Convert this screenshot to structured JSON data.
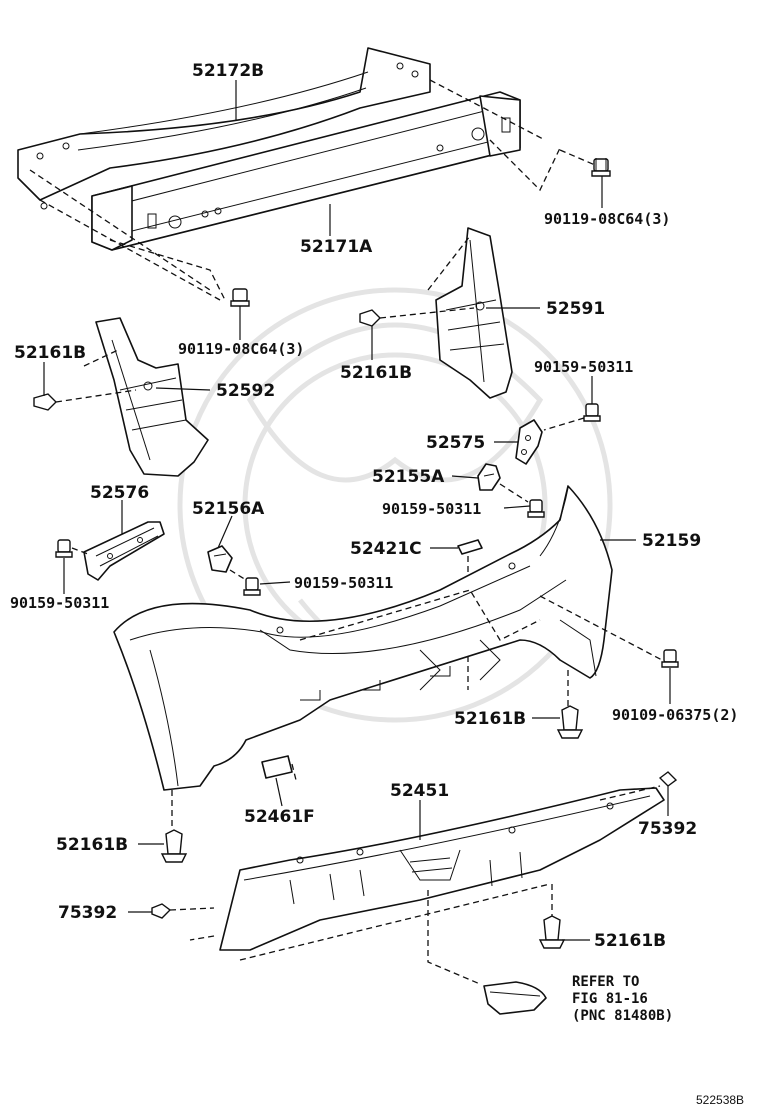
{
  "diagram": {
    "parts": {
      "reinforcement": "52171A",
      "absorber": "52172B",
      "bolt_upper_right": "90119-08C64(3)",
      "bolt_upper_left": "90119-08C64(3)",
      "retainer_right_side": "52591",
      "clip_right_side": "52161B",
      "clip_left_side": "52161B",
      "retainer_left_side": "52592",
      "screw_right_upper": "90159-50311",
      "support_right_upper": "52575",
      "support_right_lower": "52155A",
      "screw_right_lower": "90159-50311",
      "support_left": "52576",
      "screw_left": "90159-50311",
      "support_left_center": "52156A",
      "screw_left_center": "90159-50311",
      "bumper_cover": "52159",
      "emblem_plate": "52421C",
      "screw_right_bottom": "90109-06375(2)",
      "clip_center": "52161B",
      "reflector_pad": "52461F",
      "clip_left_bottom": "52161B",
      "diffuser": "52451",
      "retainer_right": "75392",
      "retainer_left": "75392",
      "clip_bottom_right": "52161B"
    },
    "reference": {
      "line1": "REFER TO",
      "line2": "FIG 81-16",
      "line3": "(PNC 81480B)"
    },
    "figure_id": "522538B"
  }
}
